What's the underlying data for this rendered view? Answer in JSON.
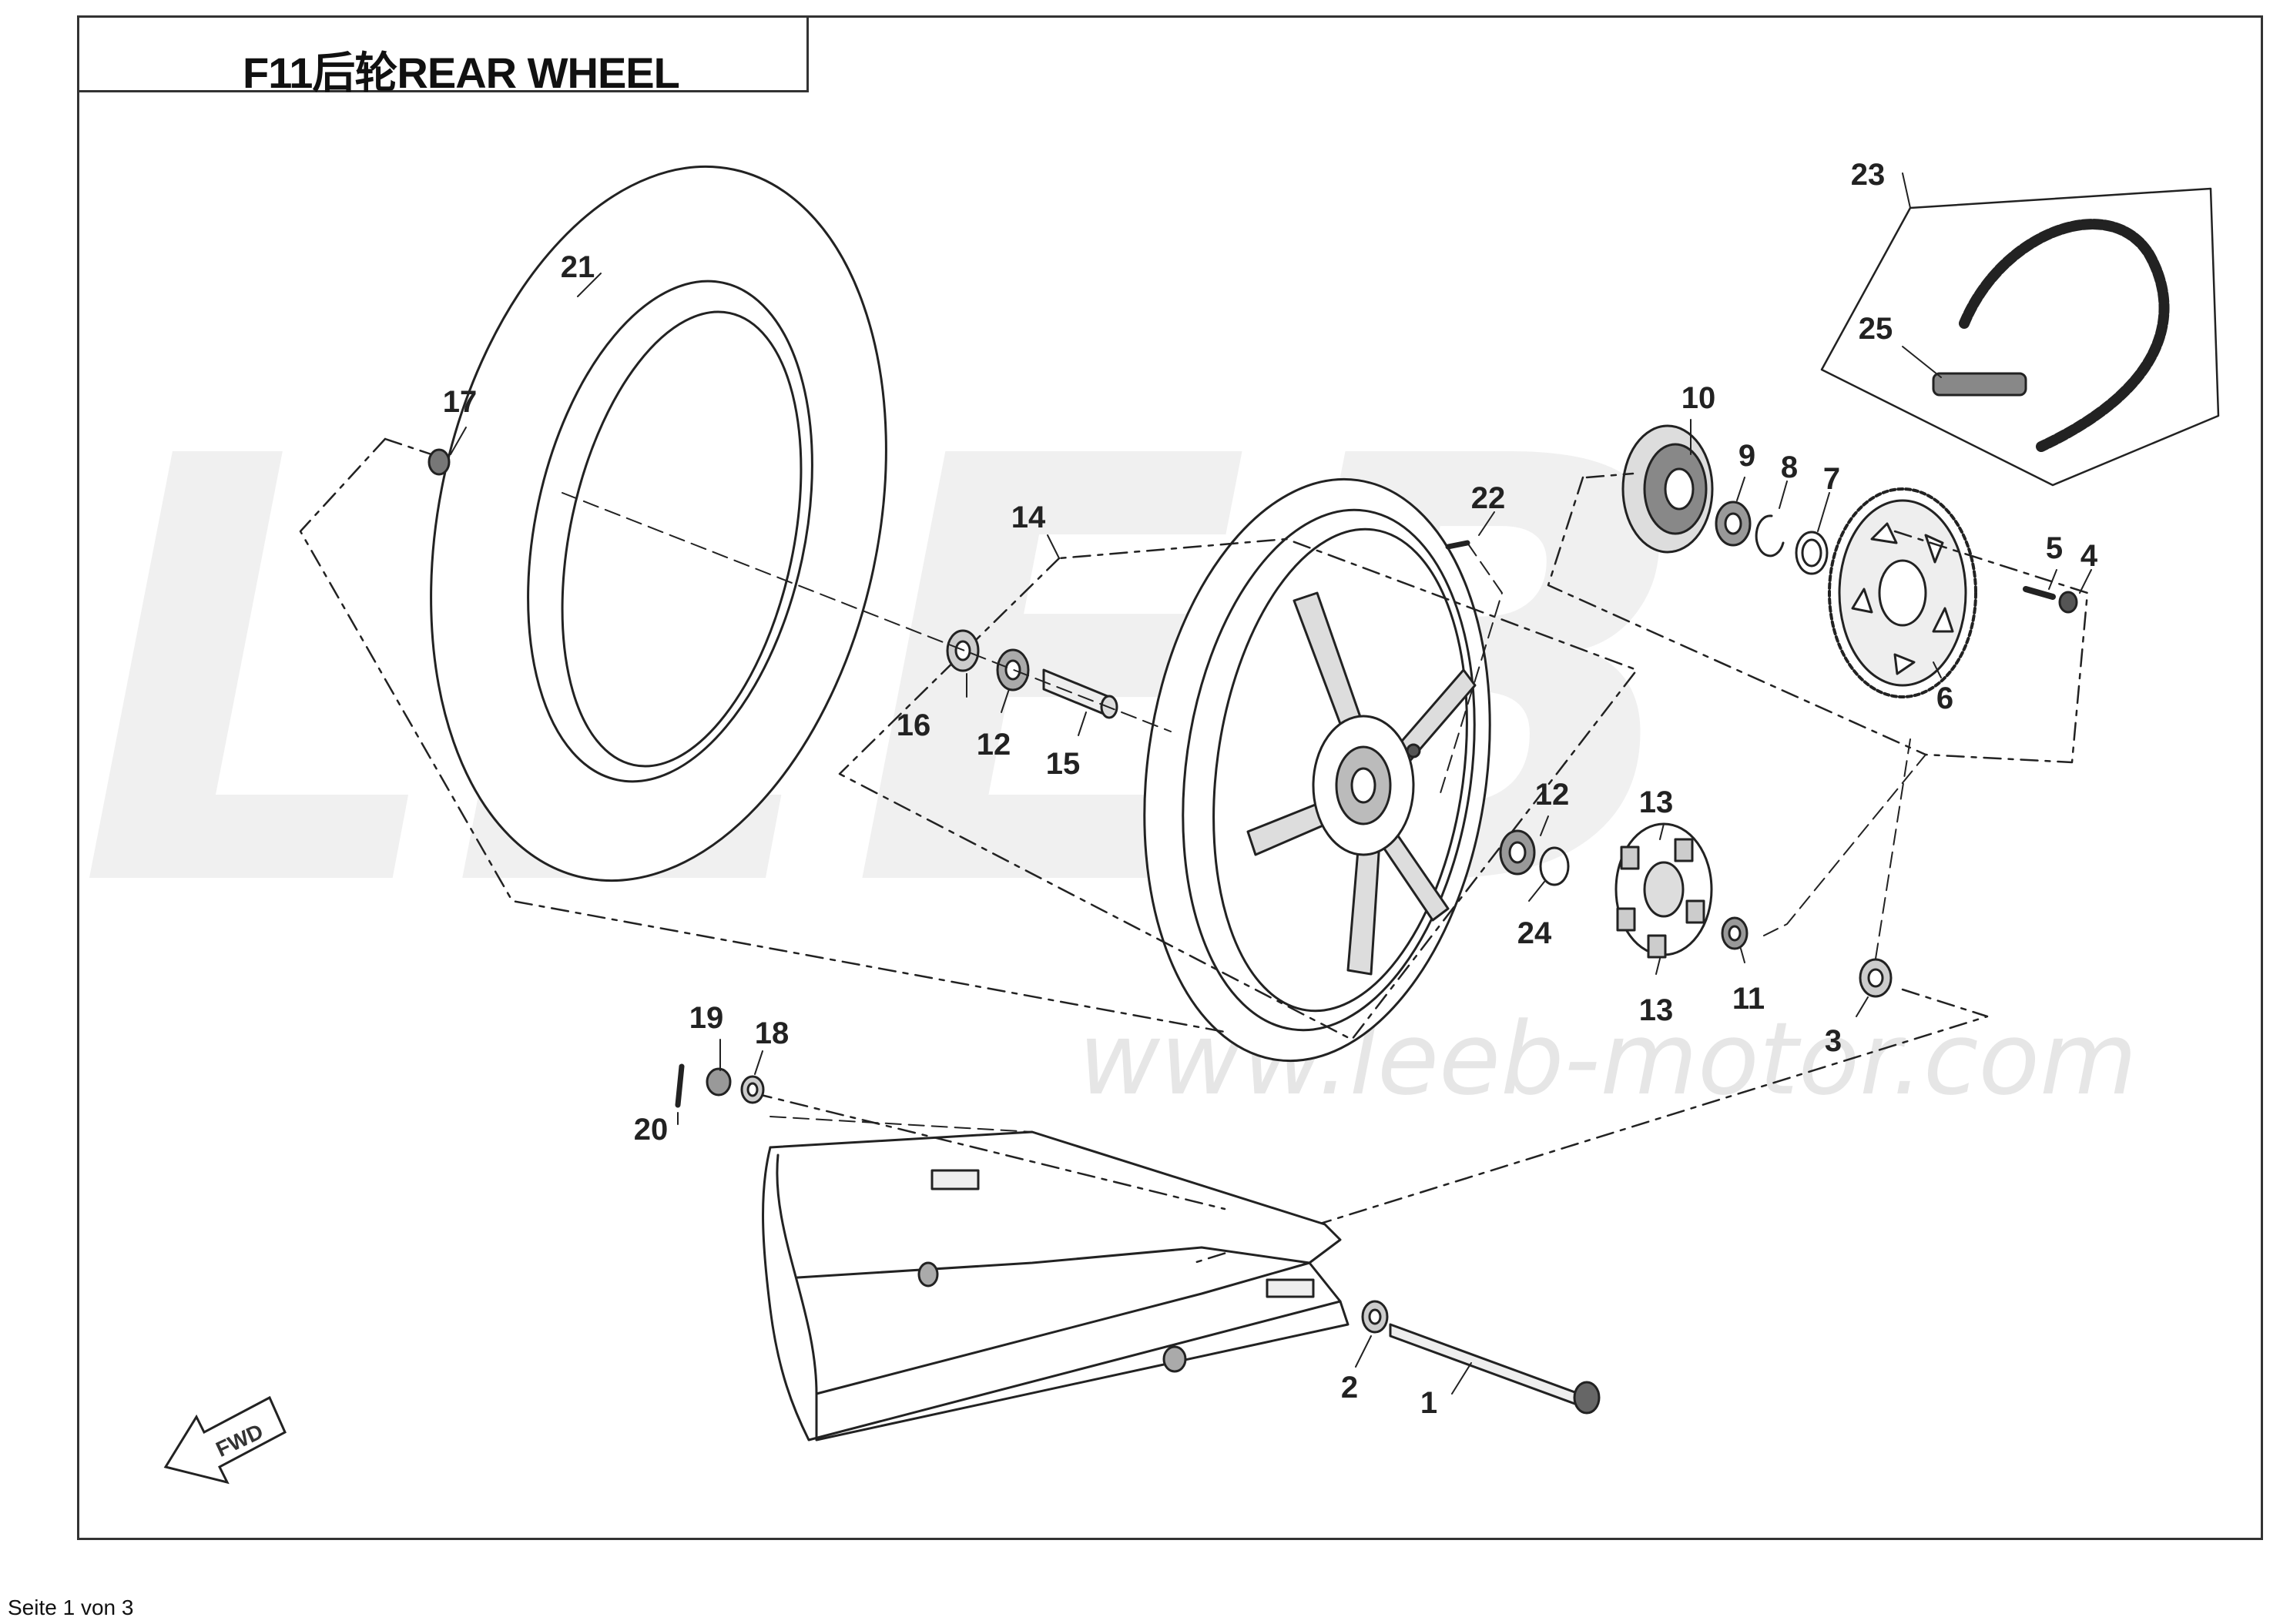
{
  "document": {
    "title": "F11后轮REAR WHEEL",
    "footer": "Seite 1 von 3"
  },
  "watermark": {
    "brand": "LEEB",
    "url": "www.leeb-motor.com"
  },
  "direction_arrow": {
    "label": "FWD"
  },
  "callouts": {
    "c1": "1",
    "c2": "2",
    "c3": "3",
    "c4": "4",
    "c5": "5",
    "c6": "6",
    "c7": "7",
    "c8": "8",
    "c9": "9",
    "c10": "10",
    "c11": "11",
    "c12a": "12",
    "c12b": "12",
    "c13a": "13",
    "c13b": "13",
    "c14": "14",
    "c15": "15",
    "c16": "16",
    "c17": "17",
    "c18": "18",
    "c19": "19",
    "c20": "20",
    "c21": "21",
    "c22": "22",
    "c23": "23",
    "c24": "24",
    "c25": "25"
  },
  "colors": {
    "line": "#222222",
    "watermark": "#e6e6e6"
  }
}
